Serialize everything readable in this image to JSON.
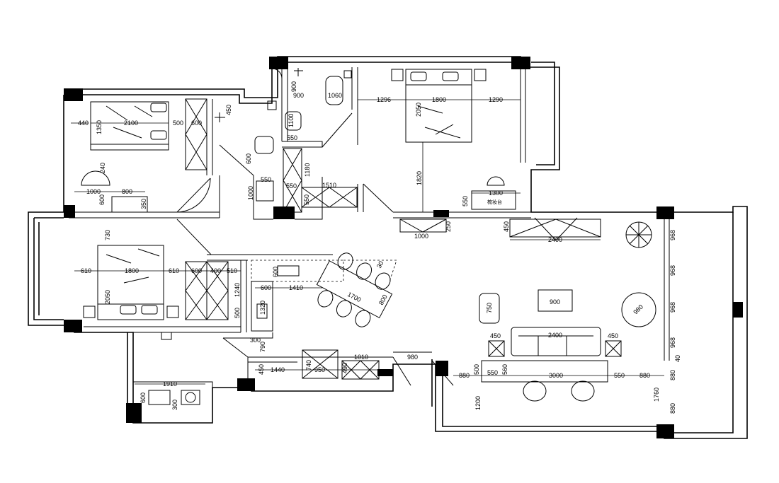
{
  "dims": {
    "b1_440": "440",
    "b1_2100": "2100",
    "b1_500": "500",
    "b1_600": "600",
    "b1_1350": "1350",
    "b1_240": "240",
    "b1_1000": "1000",
    "b1_800": "800",
    "b1_600v": "600",
    "b1_350": "350",
    "c_450": "450",
    "c_600": "600",
    "c_550": "550",
    "c_1000": "1000",
    "t_900": "900",
    "t_900b": "900",
    "t_1060": "1060",
    "t_1100": "1100",
    "t_550": "550",
    "t_1180": "1180",
    "t_550b": "550",
    "t_1510": "1510",
    "t_550c": "550",
    "m_1296": "1296",
    "m_1800": "1800",
    "m_1290": "1290",
    "m_2050": "2050",
    "m_1820": "1820",
    "m_1300": "1300",
    "m_550": "550",
    "m_1000": "1000",
    "m_250": "250",
    "b2_730": "730",
    "b2_610": "610",
    "b2_1800": "1800",
    "b2_610b": "610",
    "b2_600": "600",
    "b2_400": "400",
    "b2_510": "510",
    "b2_2050": "2050",
    "b2_1240": "1240",
    "b2_500": "500",
    "k_600": "600",
    "k_1410": "1410",
    "k_1320": "1320",
    "k_300": "300",
    "k_790": "790",
    "d_1700": "1700",
    "d_800": "800",
    "d_30": "30",
    "l_2400": "2400",
    "l_450": "450",
    "l_968a": "968",
    "l_968b": "968",
    "l_968c": "968",
    "l_968d": "968",
    "l_40": "40",
    "l_900": "900",
    "l_750": "750",
    "l_980": "980",
    "l_2400s": "2400",
    "l_450a": "450",
    "l_450b": "450",
    "e_1440": "1440",
    "e_450": "450",
    "e_950": "950",
    "e_740": "740",
    "e_1010": "1010",
    "e_490": "490",
    "e_980": "980",
    "s_880": "880",
    "s_500": "500",
    "s_560": "560",
    "s_550": "550",
    "s_3000": "3000",
    "s_550b": "550",
    "s_880b": "880",
    "s_1200": "1200",
    "s_1760": "1760",
    "s_880c": "880",
    "s_880d": "880",
    "bal_1910": "1910",
    "bal_600": "600",
    "bal_300": "300"
  },
  "labels": {
    "dressing_table": "梳妆台"
  }
}
